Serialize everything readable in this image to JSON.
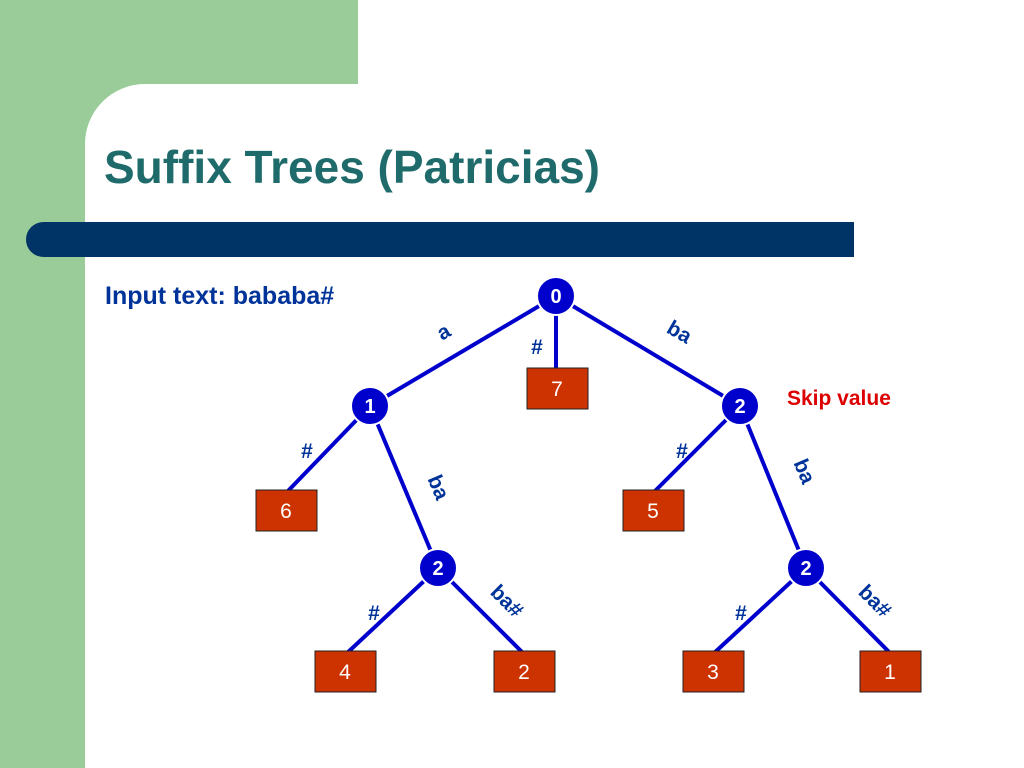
{
  "slide": {
    "title": "Suffix Trees (Patricias)",
    "input_text": "Input text: bababa#",
    "skip_value_label": "Skip value"
  },
  "colors": {
    "background_green": "#99cc99",
    "title_teal": "#1f6b6b",
    "divider_navy": "#003366",
    "edge_blue": "#0000cc",
    "node_blue": "#0000cc",
    "leaf_red": "#cc3300",
    "label_blue": "#003399",
    "skip_red": "#dd0000"
  },
  "tree": {
    "internal_nodes": [
      {
        "id": "root",
        "label": "0"
      },
      {
        "id": "n1",
        "label": "1"
      },
      {
        "id": "n2",
        "label": "2"
      },
      {
        "id": "n3",
        "label": "2"
      },
      {
        "id": "n4",
        "label": "2"
      }
    ],
    "leaves": [
      {
        "id": "l7",
        "label": "7"
      },
      {
        "id": "l6",
        "label": "6"
      },
      {
        "id": "l5",
        "label": "5"
      },
      {
        "id": "l4",
        "label": "4"
      },
      {
        "id": "l2",
        "label": "2"
      },
      {
        "id": "l3",
        "label": "3"
      },
      {
        "id": "l1",
        "label": "1"
      }
    ],
    "edges": [
      {
        "from": "root",
        "to": "n1",
        "label": "a"
      },
      {
        "from": "root",
        "to": "l7",
        "label": "#"
      },
      {
        "from": "root",
        "to": "n2",
        "label": "ba"
      },
      {
        "from": "n1",
        "to": "l6",
        "label": "#"
      },
      {
        "from": "n1",
        "to": "n3",
        "label": "ba"
      },
      {
        "from": "n2",
        "to": "l5",
        "label": "#"
      },
      {
        "from": "n2",
        "to": "n4",
        "label": "ba"
      },
      {
        "from": "n3",
        "to": "l4",
        "label": "#"
      },
      {
        "from": "n3",
        "to": "l2",
        "label": "ba#"
      },
      {
        "from": "n4",
        "to": "l3",
        "label": "#"
      },
      {
        "from": "n4",
        "to": "l1",
        "label": "ba#"
      }
    ]
  }
}
